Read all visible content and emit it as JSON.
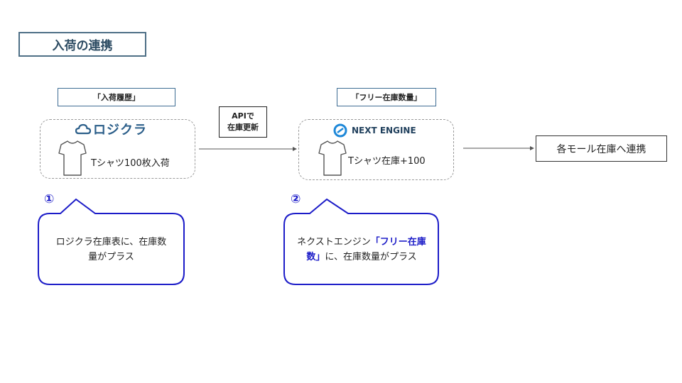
{
  "title": "入荷の連携",
  "left_panel": {
    "label": "「入荷履歴」",
    "logo": "ロジクラ",
    "item_text": "Tシャツ100枚入荷",
    "number": "①",
    "bubble_line1": "ロジクラ在庫表に、在庫数",
    "bubble_line2": "量がプラス"
  },
  "api_box": {
    "line1": "APIで",
    "line2": "在庫更新"
  },
  "right_panel": {
    "label": "「フリー在庫数量」",
    "logo": "NEXT ENGINE",
    "item_text": "Tシャツ在庫+100",
    "number": "②",
    "bubble_pre": "ネクストエンジン",
    "bubble_highlight1": "「フリー在庫",
    "bubble_highlight2": "数」",
    "bubble_post": "に、在庫数量がプラス"
  },
  "destination": "各モール在庫へ連携",
  "colors": {
    "accent_blue": "#1c1cc8",
    "title_border": "#4e6f86",
    "logo_blue": "#2c5f8a"
  },
  "icons": [
    "cloud-icon",
    "tshirt-icon",
    "next-engine-logo-icon",
    "arrow-icon"
  ]
}
